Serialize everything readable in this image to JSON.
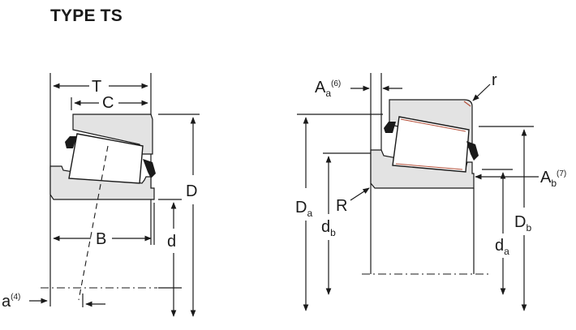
{
  "title": "TYPE TS",
  "colors": {
    "line": "#1a1a1a",
    "part_fill": "#e3e3e3",
    "roller_fill": "#ffffff",
    "accent": "#b5503a",
    "cage": "#1a1a1a"
  },
  "left_view": {
    "labels": {
      "T": "T",
      "C": "C",
      "D": "D",
      "B": "B",
      "d": "d",
      "a_base": "a",
      "a_sup": "(4)"
    }
  },
  "right_view": {
    "labels": {
      "Aa_base": "A",
      "Aa_sub": "a",
      "Aa_sup": "(6)",
      "r": "r",
      "R": "R",
      "Ab_base": "A",
      "Ab_sub": "b",
      "Ab_sup": "(7)",
      "Da_base": "D",
      "Da_sub": "a",
      "db_base": "d",
      "db_sub": "b",
      "Db_base": "D",
      "Db_sub": "b",
      "da_base": "d",
      "da_sub": "a"
    }
  }
}
